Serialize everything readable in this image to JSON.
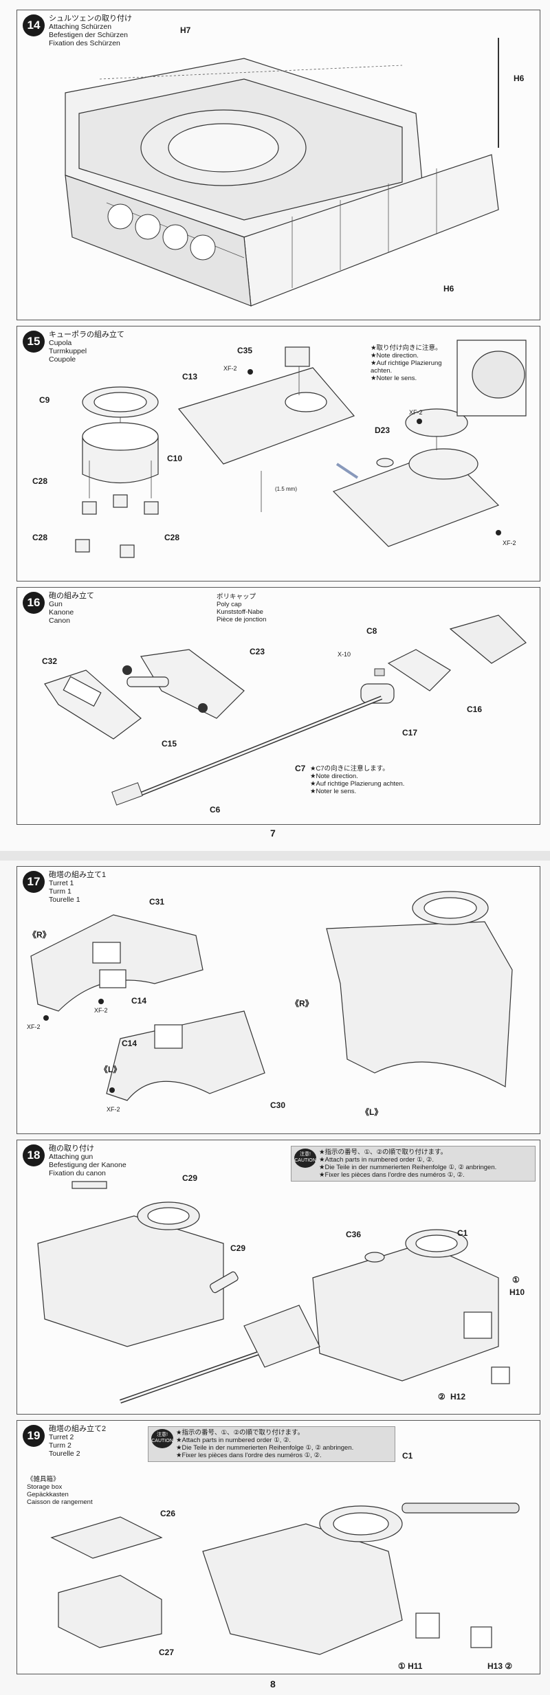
{
  "pages": {
    "p7": "7",
    "p8": "8"
  },
  "steps": {
    "s14": {
      "num": "14",
      "jp": "シュルツェンの取り付け",
      "en": "Attaching Schürzen",
      "de": "Befestigen der Schürzen",
      "fr": "Fixation des Schürzen",
      "parts": {
        "h7": "H7",
        "h6a": "H6",
        "h6b": "H6"
      }
    },
    "s15": {
      "num": "15",
      "jp": "キューポラの組み立て",
      "en": "Cupola",
      "de": "Turmkuppel",
      "fr": "Coupole",
      "parts": {
        "c35": "C35",
        "xf2a": "XF-2",
        "c13": "C13",
        "c9": "C9",
        "c10": "C10",
        "c28a": "C28",
        "c28b": "C28",
        "c28c": "C28",
        "d23": "D23",
        "xf2b": "XF-2",
        "xf2c": "XF-2"
      },
      "dim": "(1.5 mm)",
      "note": [
        "★取り付け向きに注意。",
        "★Note direction.",
        "★Auf richtige Plazierung",
        "achten.",
        "★Noter le sens."
      ]
    },
    "s16": {
      "num": "16",
      "jp": "砲の組み立て",
      "en": "Gun",
      "de": "Kanone",
      "fr": "Canon",
      "polycap": [
        "ポリキャップ",
        "Poly cap",
        "Kunststoff-Nabe",
        "Pièce de jonction"
      ],
      "parts": {
        "c32": "C32",
        "c23": "C23",
        "c15": "C15",
        "c8": "C8",
        "x10": "X-10",
        "c16": "C16",
        "c17": "C17",
        "c7": "C7",
        "c6": "C6"
      },
      "note": [
        "★C7の向きに注意します。",
        "★Note direction.",
        "★Auf richtige Plazierung achten.",
        "★Noter le sens."
      ]
    },
    "s17": {
      "num": "17",
      "jp": "砲塔の組み立て1",
      "en": "Turret 1",
      "de": "Turm 1",
      "fr": "Tourelle 1",
      "parts": {
        "r1": "《R》",
        "c31": "C31",
        "c14a": "C14",
        "xf2a": "XF-2",
        "xf2b": "XF-2",
        "c14b": "C14",
        "l1": "《L》",
        "xf2c": "XF-2",
        "c30": "C30",
        "r2": "《R》",
        "l2": "《L》"
      }
    },
    "s18": {
      "num": "18",
      "jp": "砲の取り付け",
      "en": "Attaching gun",
      "de": "Befestigung der Kanone",
      "fr": "Fixation du canon",
      "caution_label": [
        "注意!",
        "CAUTION"
      ],
      "caution": [
        "★指示の番号、①、②の順で取り付けます。",
        "★Attach parts in numbered order ①, ②.",
        "★Die Teile in der nummerierten Reihenfolge ①, ② anbringen.",
        "★Fixer les pièces dans l'ordre des numéros ①, ②."
      ],
      "parts": {
        "c29a": "C29",
        "c29b": "C29",
        "c36": "C36",
        "c1": "C1",
        "one": "①",
        "h10": "H10",
        "two": "②",
        "h12": "H12"
      }
    },
    "s19": {
      "num": "19",
      "jp": "砲塔の組み立て2",
      "en": "Turret 2",
      "de": "Turm 2",
      "fr": "Tourelle 2",
      "caution_label": [
        "注意!",
        "CAUTION"
      ],
      "caution": [
        "★指示の番号、①、②の順で取り付けます。",
        "★Attach parts in numbered order ①, ②.",
        "★Die Teile in der nummerierten Reihenfolge ①, ② anbringen.",
        "★Fixer les pièces dans l'ordre des numéros ①, ②."
      ],
      "box": [
        "《雑具箱》",
        "Storage box",
        "Gepäckkasten",
        "Caisson de rangement"
      ],
      "parts": {
        "c26": "C26",
        "c27": "C27",
        "c1": "C1",
        "h11": "① H11",
        "h13": "H13 ②"
      }
    }
  }
}
